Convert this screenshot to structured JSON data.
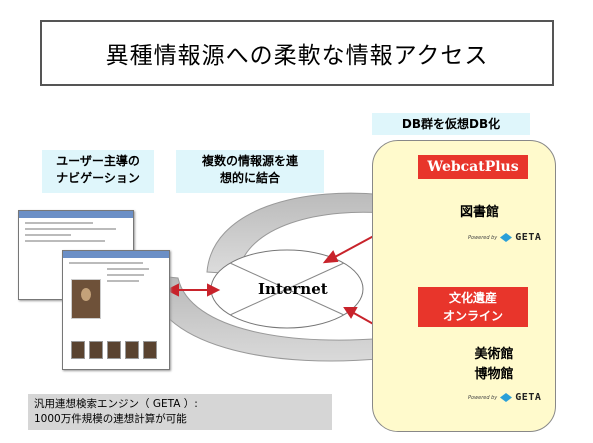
{
  "title": "異種情報源への柔軟な情報アクセス",
  "labels": {
    "db_virtualization": "DB群を仮想DB化",
    "user_nav_line1": "ユーザー主導の",
    "user_nav_line2": "ナビゲーション",
    "assoc_line1": "複数の情報源を連",
    "assoc_line2": "想的に結合"
  },
  "internet": "Internet",
  "nodes": {
    "webcat": {
      "label": "WebcatPlus",
      "db": "図書館"
    },
    "bunka": {
      "label_line1": "文化遺産",
      "label_line2": "オンライン",
      "db_line1": "美術館",
      "db_line2": "博物館"
    }
  },
  "geta_badge": {
    "powered_by": "Powered by",
    "name": "GETA"
  },
  "geta_note": {
    "line1": "汎用連想検索エンジン（ GETA ）:",
    "line2": "1000万件規模の連想計算が可能"
  },
  "colors": {
    "red": "#e8352b",
    "cyan": "#dff6fb",
    "yellow": "#fffacc",
    "cylinder": "#f39c12",
    "arrow_red": "#c8232b"
  }
}
